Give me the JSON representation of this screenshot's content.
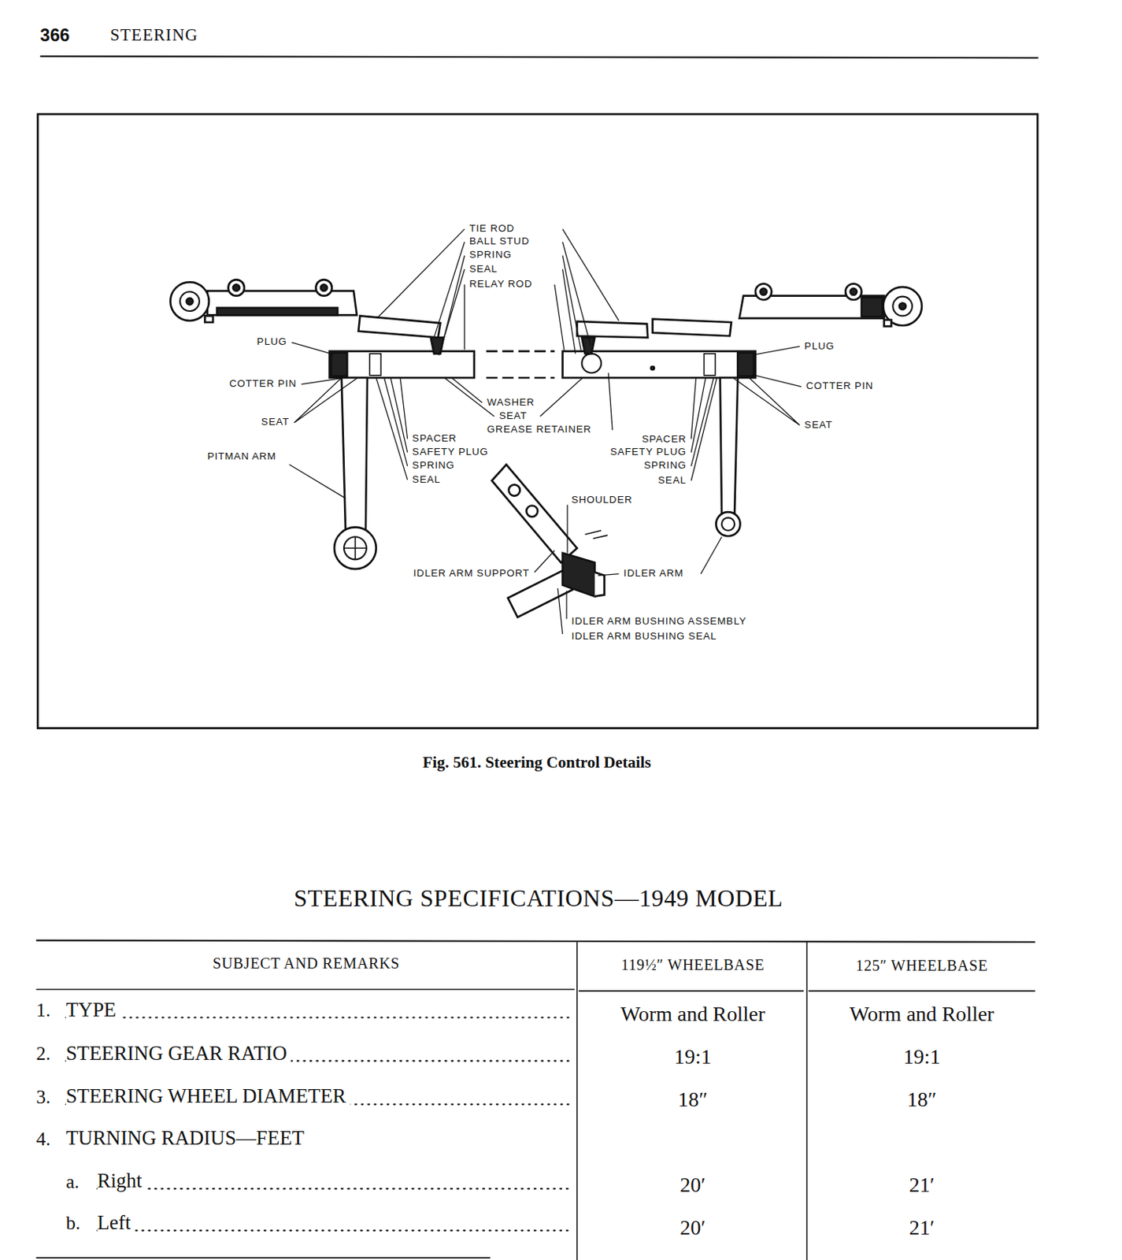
{
  "diagram": {
    "title": "STEERING SPECIFICATIONS—1949 MODEL",
    "caption": "Fig. 561. Steering Control Details",
    "labels": [
      "366",
      "STEERING",
      "TIE ROD",
      "BALL STUD",
      "SPRING",
      "SEAL",
      "RELAY ROD",
      "PLUG",
      "PLUG",
      "COTTER PIN",
      "COTTER PIN",
      "WASHER",
      "SEAT",
      "SEAT",
      "SEAT",
      "GREASE RETAINER",
      "SPACER",
      "SPACER",
      "SAFETY PLUG",
      "SAFETY PLUG",
      "PITMAN ARM",
      "SPRING",
      "SPRING",
      "SEAL",
      "SEAL",
      "SHOULDER",
      "IDLER ARM SUPPORT",
      "IDLER ARM",
      "IDLER ARM BUSHING ASSEMBLY",
      "IDLER ARM BUSHING SEAL",
      "SUBJECT AND REMARKS",
      "119½″ WHEELBASE",
      "125″ WHEELBASE",
      "1.",
      "TYPE",
      "Worm and Roller",
      "Worm and Roller",
      "2.",
      "STEERING GEAR RATIO",
      "19:1",
      "19:1",
      "3.",
      "STEERING WHEEL DIAMETER",
      "18″",
      "18″",
      "4.",
      "TURNING RADIUS—FEET",
      "a.",
      "Right",
      "20′",
      "21′",
      "b.",
      "Left",
      "20′",
      "21′"
    ]
  }
}
